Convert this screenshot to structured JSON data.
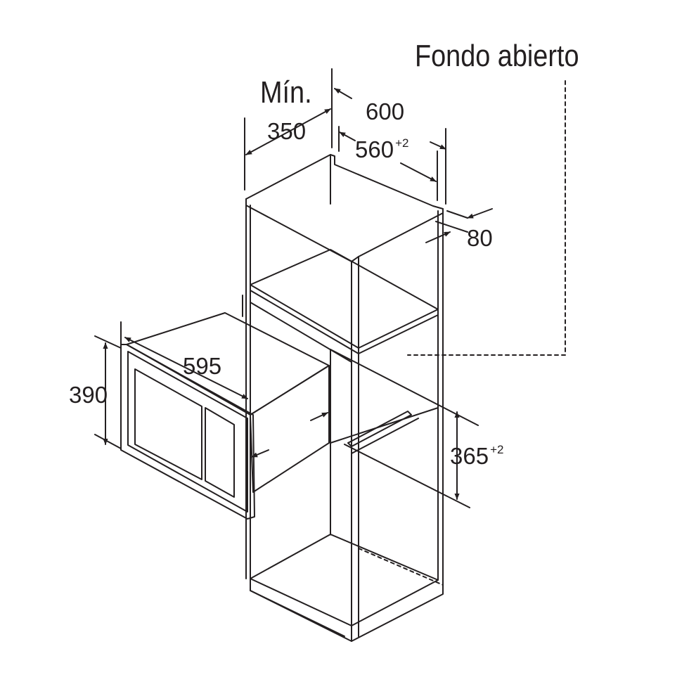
{
  "diagram": {
    "note_open_back": "Fondo abierto",
    "label_min": "Mín.",
    "dim_min_depth": "350",
    "dim_cabinet_depth": "600",
    "dim_inner_depth": "560",
    "dim_inner_depth_tol": "+2",
    "dim_back_gap": "80",
    "dim_appliance_width": "595",
    "dim_appliance_height": "390",
    "dim_niche_height": "365",
    "dim_niche_height_tol": "+2",
    "line_color": "#231f20"
  }
}
